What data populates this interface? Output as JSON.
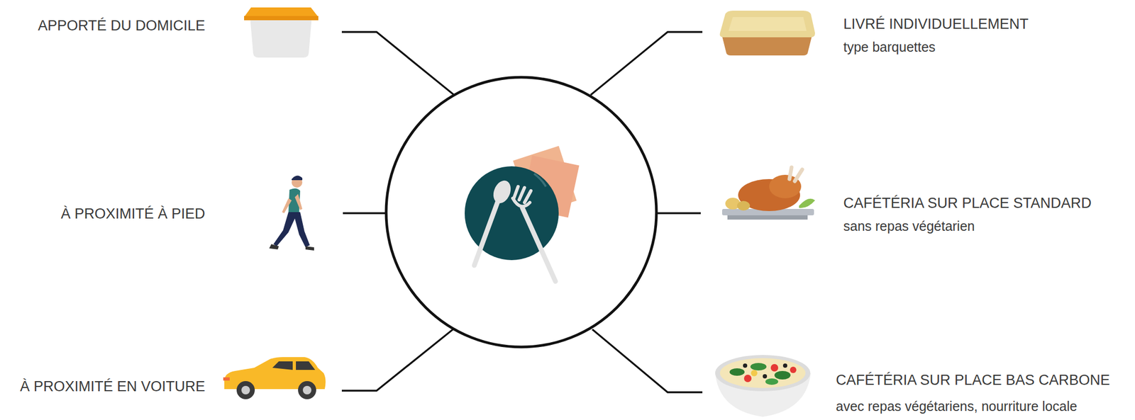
{
  "diagram": {
    "labels": [
      "APPORTÉ DU DOMICILE",
      "LIVRÉ INDIVIDUELLEMENT",
      "type barquettes",
      "À PROXIMITÉ À PIED",
      "CAFÉTÉRIA SUR PLACE STANDARD",
      "sans repas végétarien",
      "À PROXIMITÉ EN VOITURE",
      "CAFÉTÉRIA SUR PLACE BAS CARBONE",
      "avec repas végétariens, nourriture locale"
    ]
  }
}
